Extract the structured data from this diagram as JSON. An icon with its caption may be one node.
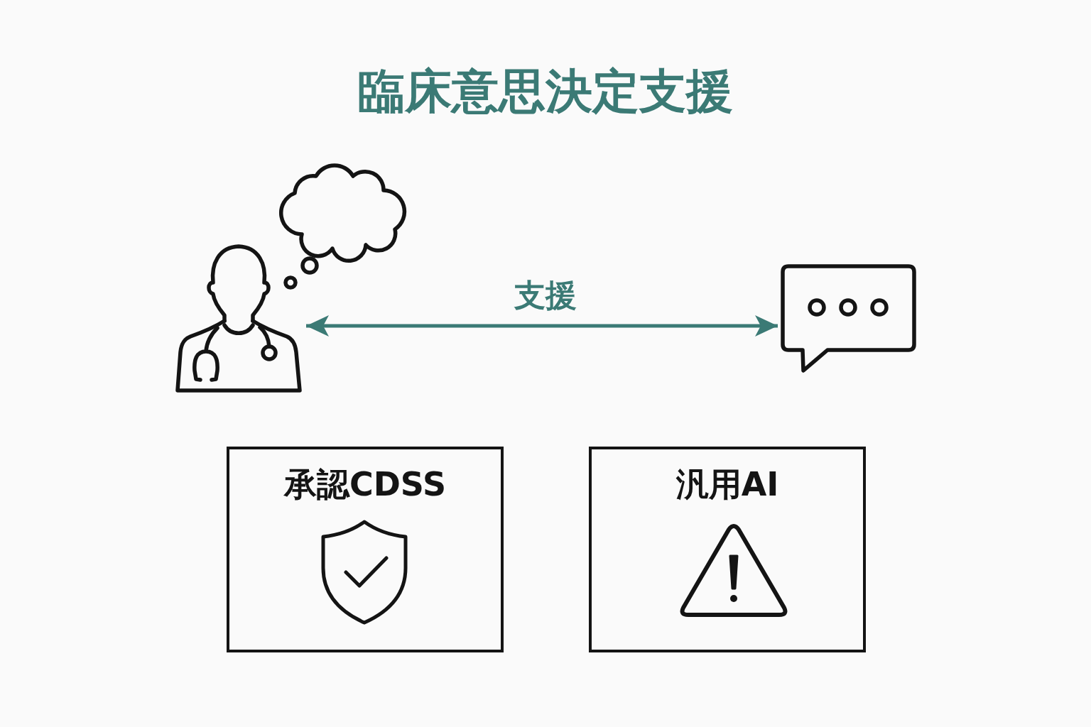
{
  "diagram": {
    "title": "臨床意思決定支援",
    "nodes": [
      {
        "text": [],
        "shape": "person"
      },
      {
        "text": [],
        "shape": "picture"
      },
      {
        "text": [
          "承認CDSS"
        ]
      },
      {
        "text": [
          "汎用AI"
        ]
      }
    ],
    "edges": [
      {
        "from": 0,
        "to": 1,
        "arrow": "both",
        "label": "支援"
      }
    ]
  }
}
